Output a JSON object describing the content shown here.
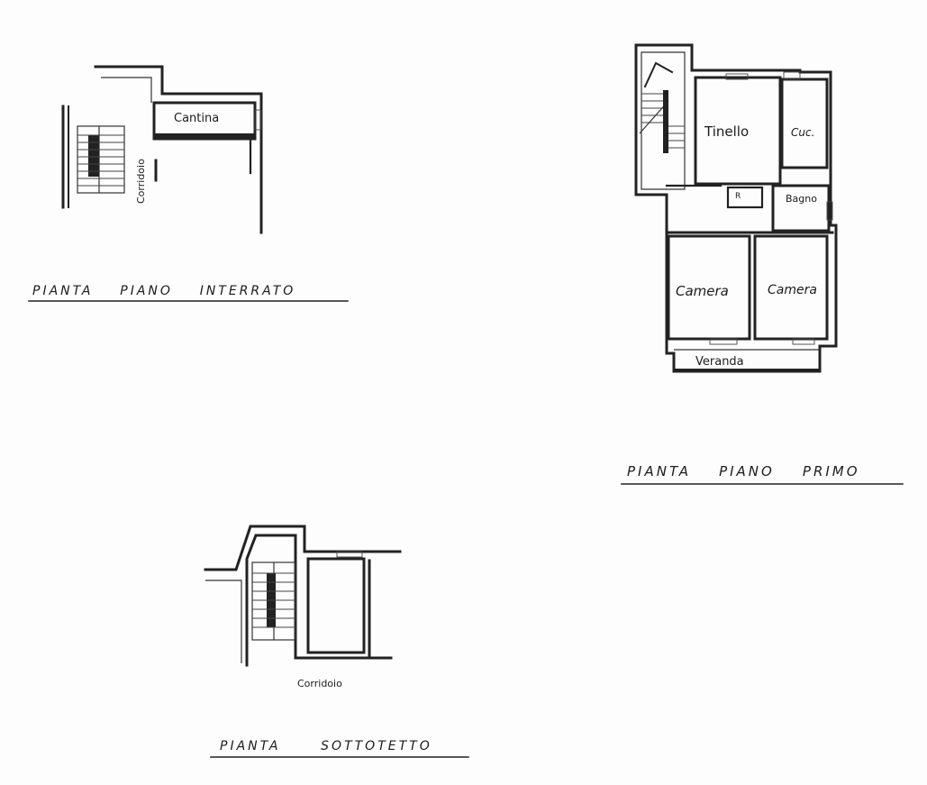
{
  "plans": {
    "interrato": {
      "title": "PIANTA    PIANO    INTERRATO",
      "rooms": {
        "cantina": "Cantina",
        "corridoio": "Corridoio"
      }
    },
    "primo": {
      "title": "PIANTA    PIANO    PRIMO",
      "rooms": {
        "tinello": "Tinello",
        "cucina": "Cuc.",
        "ripostiglio": "R",
        "bagno": "Bagno",
        "camera_1": "Camera",
        "camera_2": "Camera",
        "veranda": "Veranda"
      }
    },
    "sottotetto": {
      "title": "PIANTA      SOTTOTETTO",
      "rooms": {
        "corridoio": "Corridoio"
      }
    }
  },
  "colors": {
    "ink": "#222222",
    "paper": "#fdfdfd"
  }
}
